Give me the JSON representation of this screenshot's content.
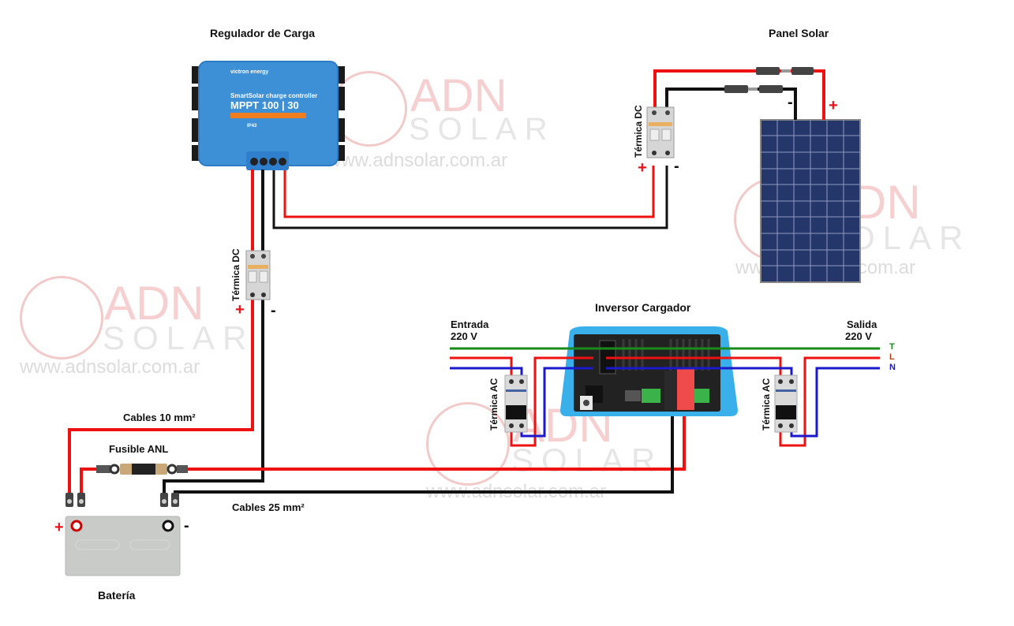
{
  "labels": {
    "charge_controller": "Regulador de Carga",
    "solar_panel": "Panel Solar",
    "inverter": "Inversor Cargador",
    "battery": "Batería",
    "input_line1": "Entrada",
    "input_line2": "220 V",
    "output_line1": "Salida",
    "output_line2": "220 V",
    "cables_10": "Cables 10 mm²",
    "cables_25": "Cables 25 mm²",
    "fuse": "Fusible ANL",
    "dc_breaker": "Térmica DC",
    "ac_breaker": "Térmica AC",
    "plus": "+",
    "minus": "-"
  },
  "ac_lines": {
    "earth": {
      "letter": "T",
      "color": "#1a8a1a"
    },
    "live": {
      "letter": "L",
      "color": "#b8401a"
    },
    "neutral": {
      "letter": "N",
      "color": "#1a1acc"
    }
  },
  "controller": {
    "brand": "victron energy",
    "model_line1": "SmartSolar charge controller",
    "model_line2": "MPPT 100 | 30",
    "ip_rating": "IP43"
  },
  "watermark": {
    "brand1": "ADN",
    "brand2": "SOLAR",
    "url": "www.adnsolar.com.ar"
  },
  "colors": {
    "positive": "#ee1111",
    "negative": "#111111",
    "earth": "#1a8a1a",
    "neutral": "#1a1acc",
    "controller_blue": "#3d8fd6",
    "inverter_blue": "#39b0ea",
    "panel_blue": "#25366b"
  }
}
